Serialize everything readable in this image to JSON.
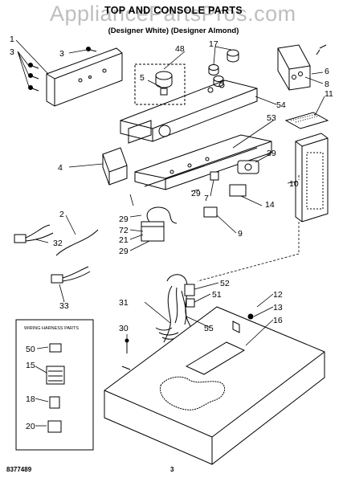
{
  "header": {
    "title": "TOP AND CONSOLE PARTS",
    "subtitle": "(Designer White) (Designer Almond)",
    "model_line": "",
    "watermark": "AppliancePartsPros.com"
  },
  "footer": {
    "code": "8377489",
    "page": "3"
  },
  "inset": {
    "title": "WIRING HARNESS PARTS"
  },
  "callouts": [
    "1",
    "3",
    "3",
    "48",
    "5",
    "17",
    "6",
    "8",
    "54",
    "11",
    "53",
    "4",
    "39",
    "29",
    "7",
    "10",
    "2",
    "29",
    "14",
    "72",
    "21",
    "29",
    "32",
    "9",
    "52",
    "51",
    "31",
    "55",
    "33",
    "12",
    "13",
    "16",
    "30",
    "50",
    "15",
    "18",
    "20"
  ]
}
